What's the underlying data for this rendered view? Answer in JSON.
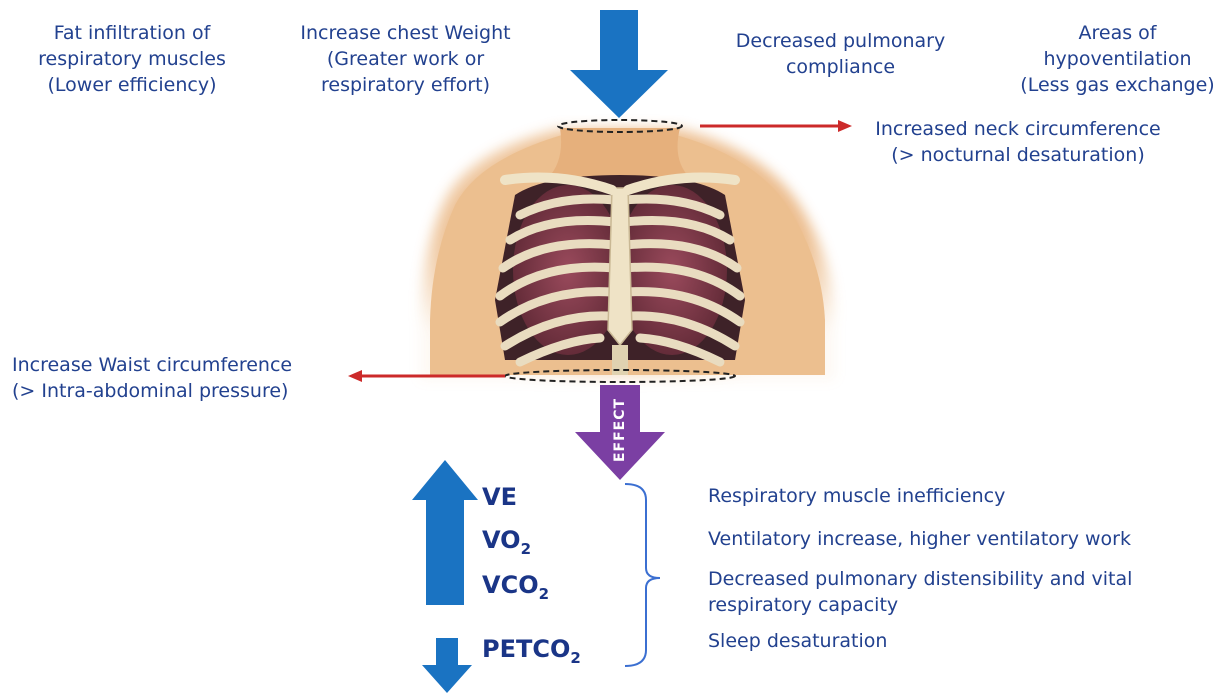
{
  "labels": {
    "fat_infiltration": [
      "Fat infiltration of",
      "respiratory muscles",
      "(Lower efficiency)"
    ],
    "chest_weight": [
      "Increase chest Weight",
      "(Greater work or",
      "respiratory effort)"
    ],
    "pulmonary_compliance": [
      "Decreased pulmonary",
      "compliance"
    ],
    "hypoventilation": [
      "Areas of",
      "hypoventilation",
      "(Less gas exchange)"
    ],
    "neck": [
      "Increased neck circumference",
      "(> nocturnal desaturation)"
    ],
    "waist": [
      "Increase Waist circumference",
      "(> Intra-abdominal pressure)"
    ]
  },
  "effect_label": "EFFECT",
  "parameters": {
    "up": [
      {
        "base": "VE",
        "sub": ""
      },
      {
        "base": "VO",
        "sub": "2"
      },
      {
        "base": "VCO",
        "sub": "2"
      }
    ],
    "down": [
      {
        "base": "PETCO",
        "sub": "2"
      }
    ]
  },
  "effects": [
    "Respiratory muscle inefficiency",
    "Ventilatory increase,  higher ventilatory work",
    "Decreased pulmonary distensibility and vital",
    "respiratory capacity",
    "Sleep desaturation"
  ],
  "colors": {
    "blue_arrow": "#1a73c2",
    "red_arrow": "#cc2a2a",
    "purple_arrow": "#7b3fa3",
    "text": "#22418f",
    "bracket": "#3b6fd1"
  }
}
